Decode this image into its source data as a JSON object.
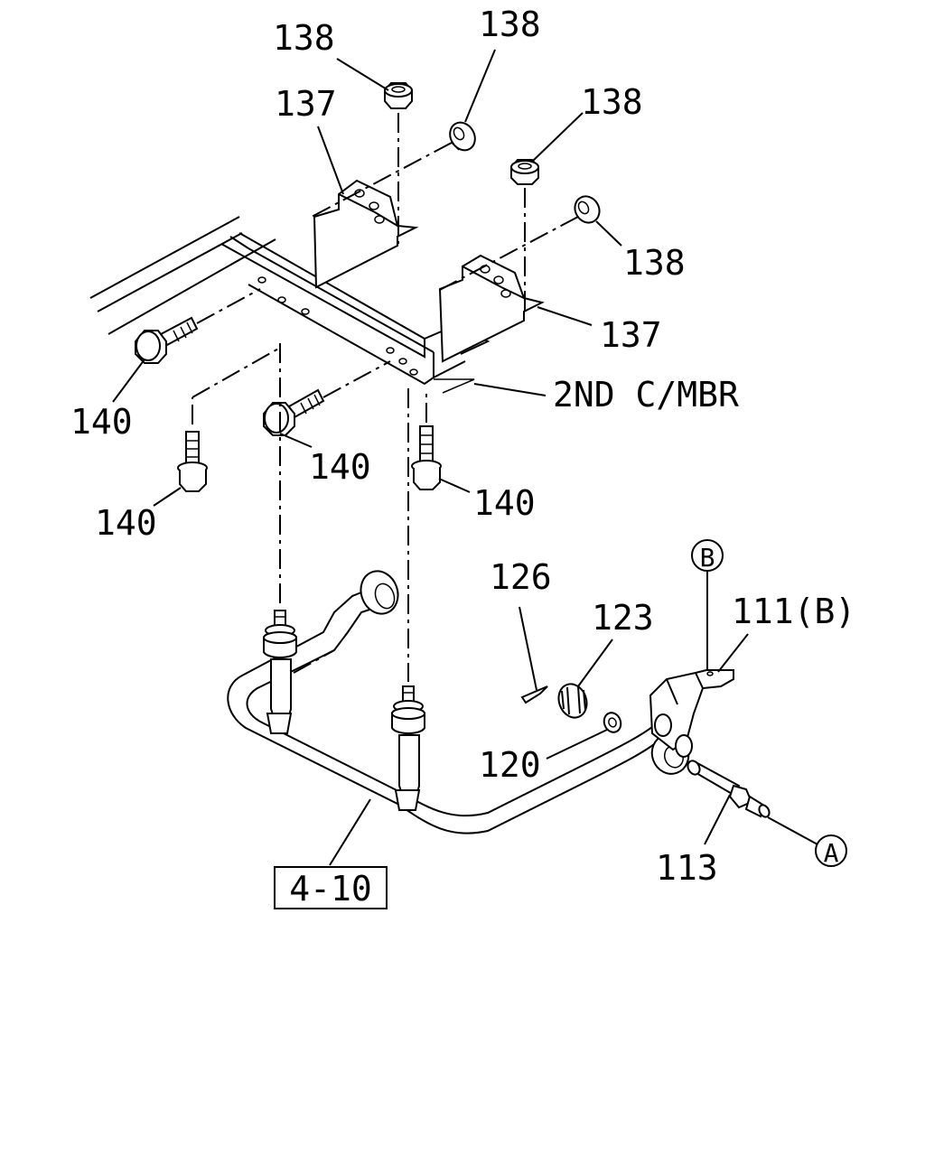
{
  "diagram": {
    "callouts": {
      "c138a": "138",
      "c138b": "138",
      "c138c": "138",
      "c138d": "138",
      "c137a": "137",
      "c137b": "137",
      "c140a": "140",
      "c140b": "140",
      "c140c": "140",
      "c140d": "140",
      "c2nd": "2ND C/MBR",
      "c126": "126",
      "c123": "123",
      "c111": "111(B)",
      "c120": "120",
      "c113": "113",
      "cref": "4-10"
    },
    "markers": {
      "a": "A",
      "b": "B"
    }
  }
}
